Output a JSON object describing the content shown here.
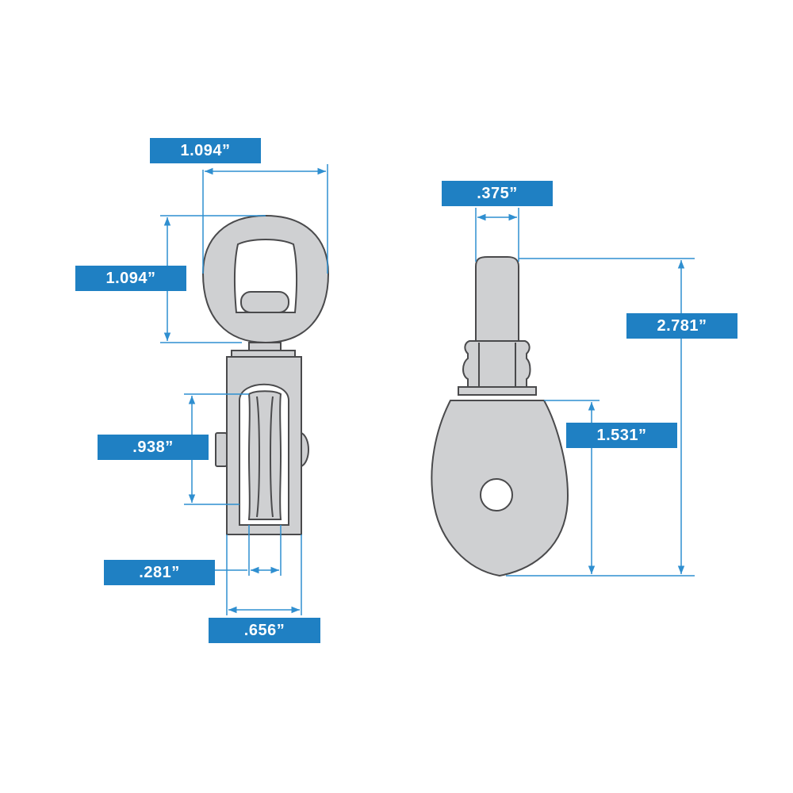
{
  "colors": {
    "accent": "#1f80c3",
    "part_fill": "#cfd0d2",
    "part_stroke": "#4a4a4c",
    "dimension_line": "#2f8fd0"
  },
  "dimensions": {
    "eye_width": "1.094”",
    "eye_height": "1.094”",
    "sheave_diameter": ".938”",
    "groove_width": ".281”",
    "body_width": ".656”",
    "shank_width": ".375”",
    "overall_height": "2.781”",
    "cheek_height": "1.531”"
  }
}
